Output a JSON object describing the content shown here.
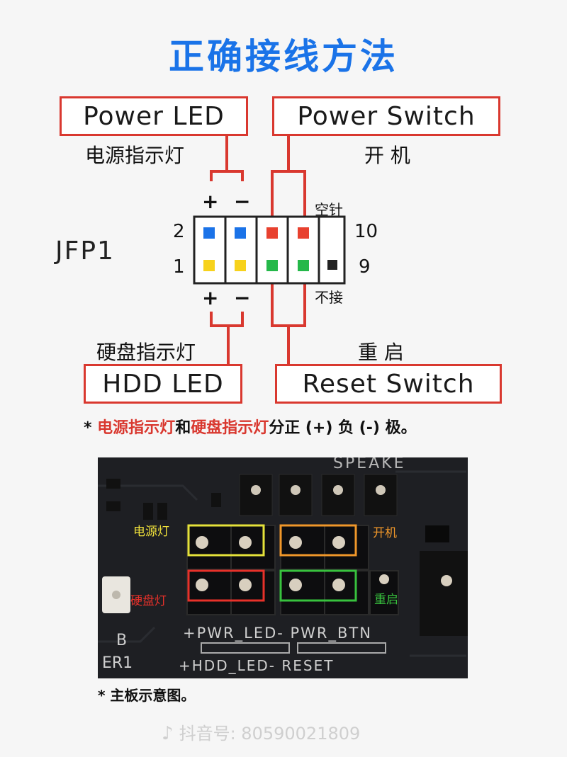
{
  "title": "正确接线方法",
  "labels": {
    "power_led": "Power LED",
    "power_led_cn": "电源指示灯",
    "power_switch": "Power Switch",
    "power_switch_cn": "开 机",
    "hdd_led": "HDD LED",
    "hdd_led_cn": "硬盘指示灯",
    "reset_switch": "Reset Switch",
    "reset_switch_cn": "重 启"
  },
  "header": {
    "name": "JFP1",
    "top_signs": [
      "+",
      "−"
    ],
    "bottom_signs": [
      "+",
      "−"
    ],
    "left_numbers": [
      "2",
      "1"
    ],
    "right_numbers": [
      "10",
      "9"
    ],
    "empty_pin": "空针",
    "no_connect": "不接"
  },
  "colors": {
    "blue": "#1b73e8",
    "yellow": "#f7d21c",
    "red": "#e8412f",
    "green": "#25b84a",
    "black": "#222222",
    "frame_red": "#d9382f"
  },
  "note": {
    "prefix": "* ",
    "red1": "电源指示灯",
    "mid1": "和",
    "red2": "硬盘指示灯",
    "suffix": "分正 (+) 负 (-) 极。"
  },
  "photo": {
    "label_power_led": "电源灯",
    "label_power_sw": "开机",
    "label_hdd": "硬盘灯",
    "label_reset": "重启",
    "silk_top": "+PWR_LED-  PWR_BTN",
    "silk_bottom": "+HDD_LED- RESET",
    "silk_left_b": "B",
    "silk_left_er": "ER1",
    "silk_header_top": "SPEAKE"
  },
  "caption": "* 主板示意图。",
  "watermark": "抖音号: 80590021809"
}
